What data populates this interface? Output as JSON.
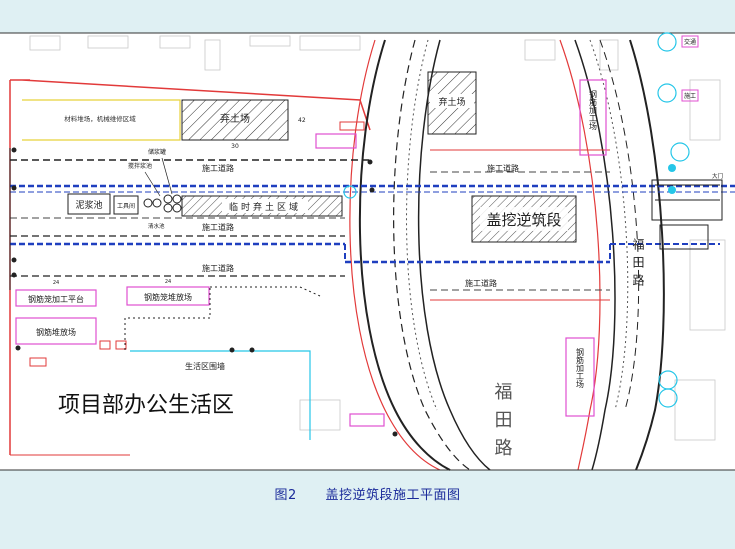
{
  "caption": {
    "figure_no": "图2",
    "title": "盖挖逆筑段施工平面图"
  },
  "labels": {
    "material_area": "材料堆场，机械维修区域",
    "spoil_area_top": "弃土场",
    "spoil_area_right": "弃土场",
    "temp_spoil_area": "临时弃土区域",
    "mud_pool": "泥浆池",
    "mixing_station": "搅拌浆池",
    "cement_silo": "储浆罐",
    "water_pool": "清水池",
    "tool_room": "工具间",
    "road_1": "施工道路",
    "road_2": "施工道路",
    "road_3": "施工道路",
    "road_4": "施工道路",
    "road_5": "施工道路",
    "rebar_platform": "钢筋笼加工平台",
    "rebar_cage_yard": "钢筋笼堆放场",
    "rebar_storage": "钢筋堆放场",
    "rebar_process_top": "钢筋加工场",
    "rebar_process_bottom": "钢筋加工场",
    "cover_excavation": "盖挖逆筑段",
    "living_fence": "生活区围墙",
    "project_office": "项目部办公生活区",
    "road_right_vertical": "福田路",
    "road_bottom_vertical": "福田路",
    "gate": "大门",
    "traffic_sign": "交通",
    "construction_sign": "施工",
    "dim_24a": "24",
    "dim_24b": "24",
    "dim_30": "30",
    "dim_42": "42"
  },
  "colors": {
    "background": "#dff0f3",
    "plan_paper": "#ffffff",
    "boundary_red": "#e23a3a",
    "dashed_blue": "#1f3fbf",
    "label_pink": "#e04fd0",
    "cyan": "#25c6e8",
    "caption_blue": "#1a2a9a"
  }
}
